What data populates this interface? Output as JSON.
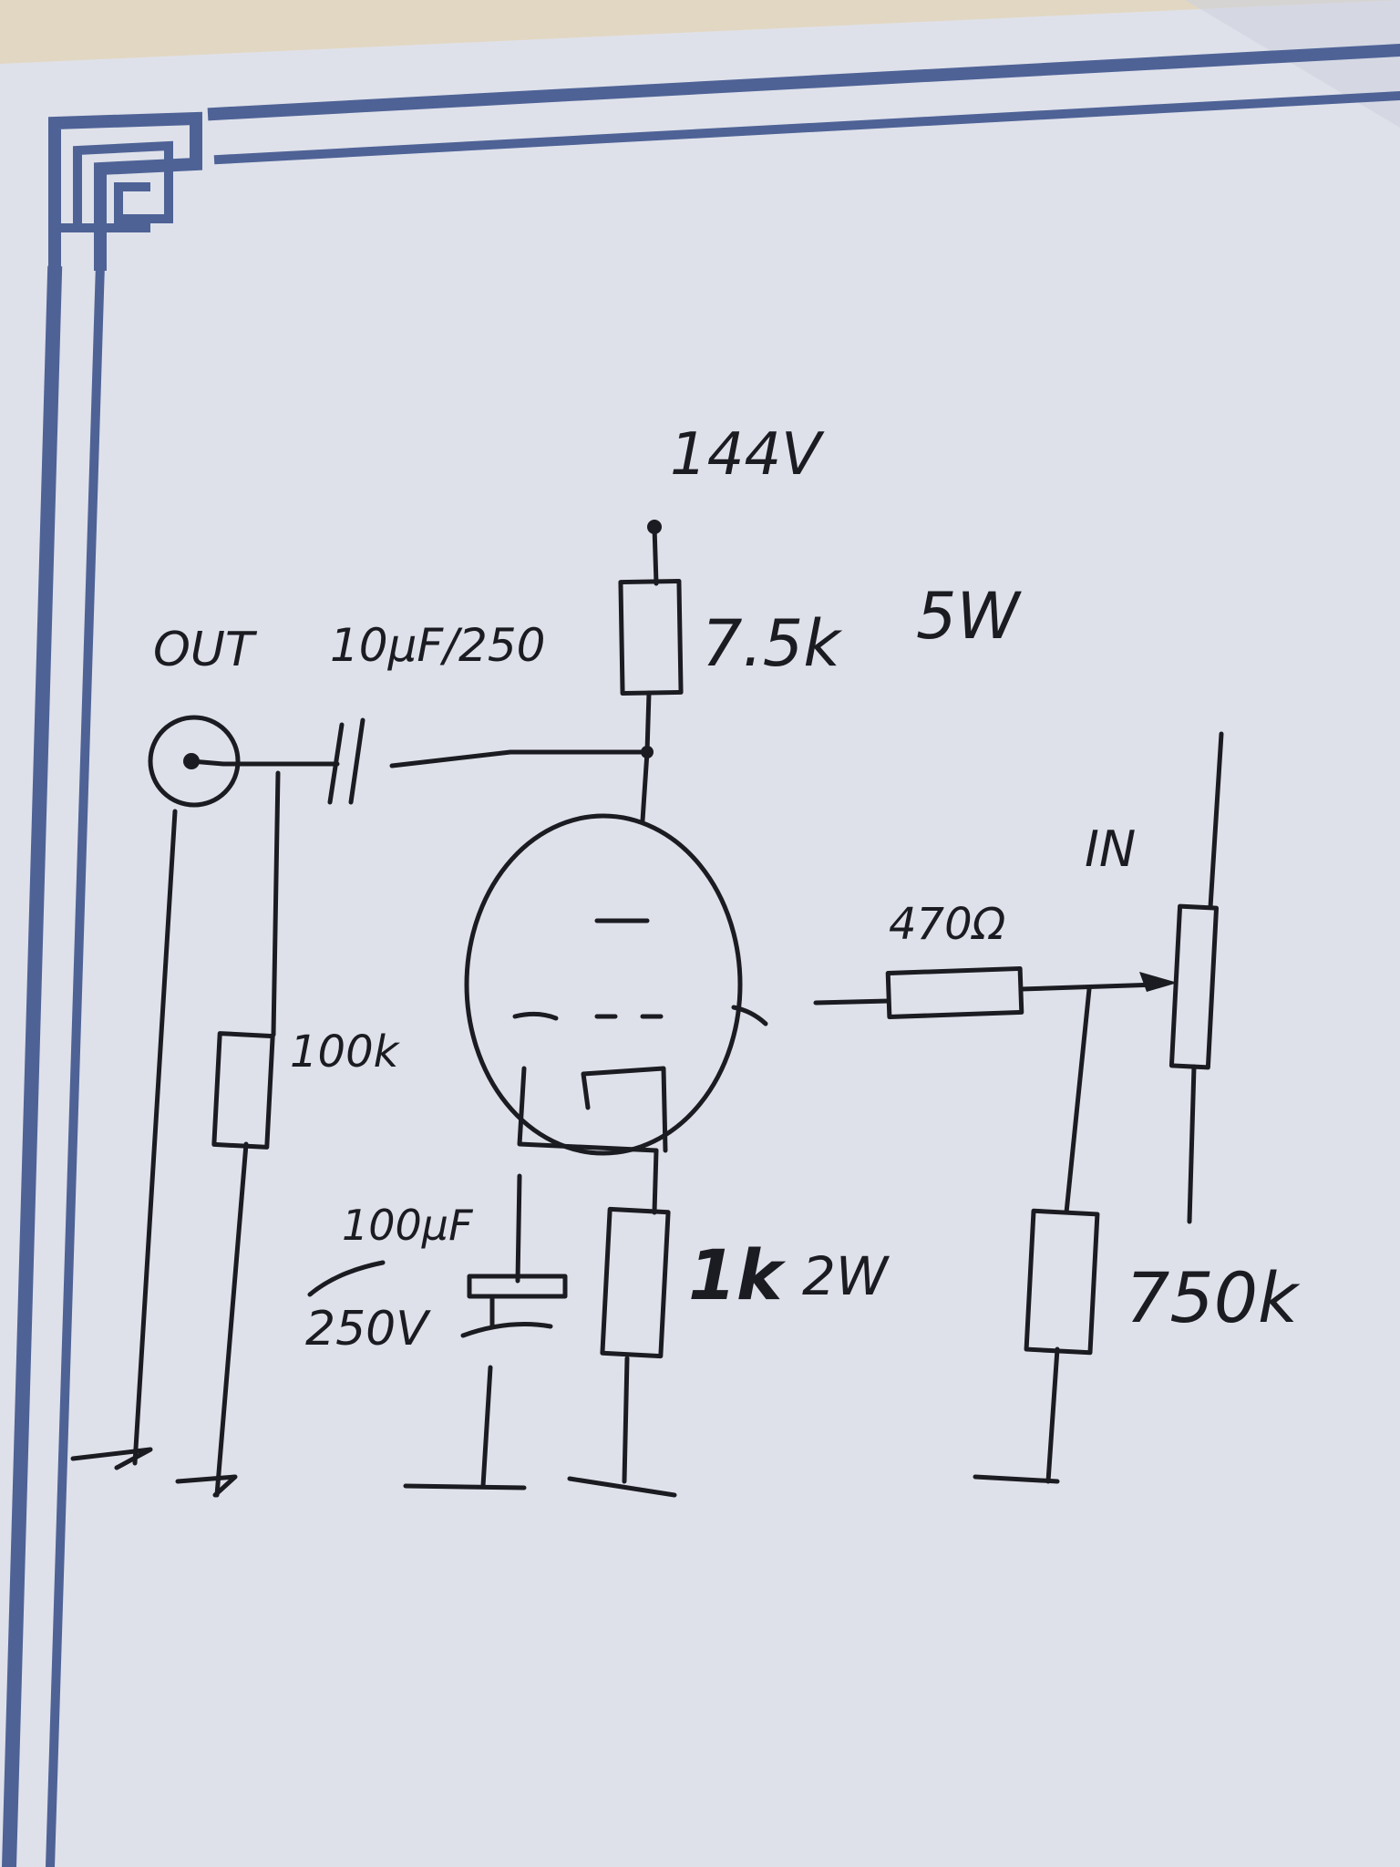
{
  "labels": {
    "supply_voltage": "144V",
    "output": "OUT",
    "input": "IN",
    "coupling_capacitor": "10µF/250",
    "plate_resistor_value": "7.5k",
    "plate_resistor_power": "5W",
    "grid_stopper": "470Ω",
    "grid_leak": "100k",
    "cathode_capacitor_value": "100µF",
    "cathode_capacitor_voltage": "250V",
    "cathode_resistor_value": "1k",
    "cathode_resistor_power": "2W",
    "input_resistor": "750k"
  },
  "colors": {
    "ink": "#1b1b22",
    "paper": "#dfe1ea",
    "border_blue": "#4e6296",
    "table_wood": "#e2d7c2"
  },
  "icons": [
    "output-jack-icon",
    "ground-icon",
    "vacuum-tube-icon",
    "potentiometer-icon",
    "node-dot-icon"
  ]
}
